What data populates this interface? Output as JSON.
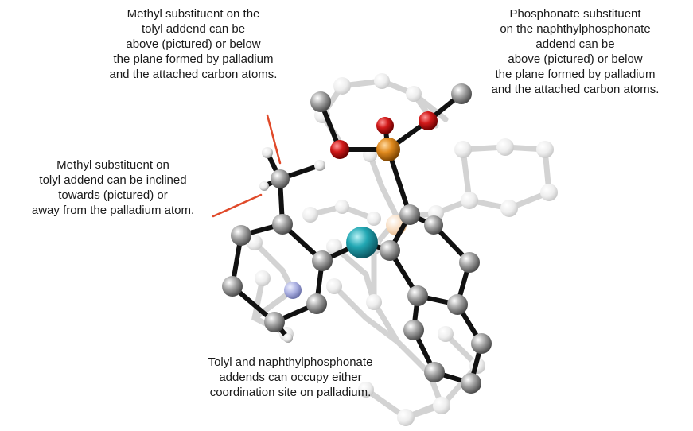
{
  "annotations": {
    "methyl_position": [
      "Methyl substituent on the",
      "tolyl addend can be",
      "above (pictured) or below",
      "the plane formed by palladium",
      "and the attached carbon atoms."
    ],
    "phosphonate_position": [
      "Phosphonate substituent",
      "on the naphthylphosphonate",
      "addend can be",
      "above (pictured) or below",
      "the plane formed by palladium",
      "and the attached carbon atoms."
    ],
    "methyl_incline": [
      "Methyl substituent on",
      "tolyl addend can be inclined",
      "towards (pictured) or",
      "away from the palladium atom."
    ],
    "coordination": [
      "Tolyl and naphthylphosphonate",
      "addends can occupy either",
      "coordination site on palladium."
    ]
  },
  "colors": {
    "carbon": "#9a9a9a",
    "hydrogen": "#e6e6e6",
    "oxygen": "#d21a1a",
    "phosphorus": "#e08a1e",
    "palladium": "#22a7b3",
    "nitrogen": "#9aa0dc",
    "bond": "#111111",
    "ghost_bond": "#d0d0d0",
    "pointer_line": "#e04a2a"
  }
}
